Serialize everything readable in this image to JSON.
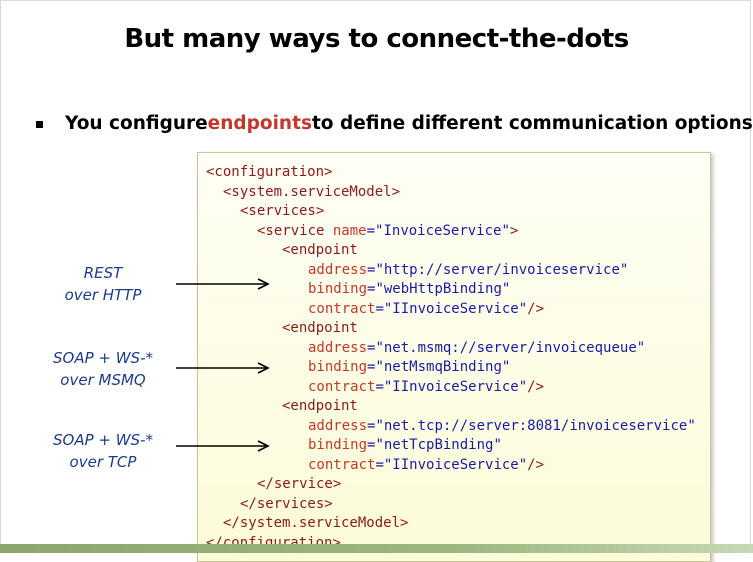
{
  "title": "But many ways to connect-the-dots",
  "bullet": {
    "before": "You configure ",
    "highlight": "endpoints",
    "after": " to define different communication options"
  },
  "code": {
    "configuration_open": "<configuration>",
    "servicemodel_open": "<system.serviceModel>",
    "services_open": "<services>",
    "service_open_tag": "<service",
    "service_name_attr": "name",
    "service_name_value": "\"InvoiceService\"",
    "service_close_bracket": ">",
    "endpoint_tag": "<endpoint",
    "address_attr": "address",
    "binding_attr": "binding",
    "contract_attr": "contract",
    "equals": "=",
    "self_close": "/>",
    "endpoints": [
      {
        "address": "\"http://server/invoiceservice\"",
        "binding": "\"webHttpBinding\"",
        "contract": "\"IInvoiceService\""
      },
      {
        "address": "\"net.msmq://server/invoicequeue\"",
        "binding": "\"netMsmqBinding\"",
        "contract": "\"IInvoiceService\""
      },
      {
        "address": "\"net.tcp://server:8081/invoiceservice\"",
        "binding": "\"netTcpBinding\"",
        "contract": "\"IInvoiceService\""
      }
    ],
    "service_close": "</service>",
    "services_close": "</services>",
    "servicemodel_close": "</system.serviceModel>",
    "configuration_close": "</configuration>"
  },
  "labels": [
    {
      "line1": "REST",
      "line2": "over HTTP"
    },
    {
      "line1": "SOAP + WS-*",
      "line2": "over MSMQ"
    },
    {
      "line1": "SOAP + WS-*",
      "line2": "over TCP"
    }
  ]
}
